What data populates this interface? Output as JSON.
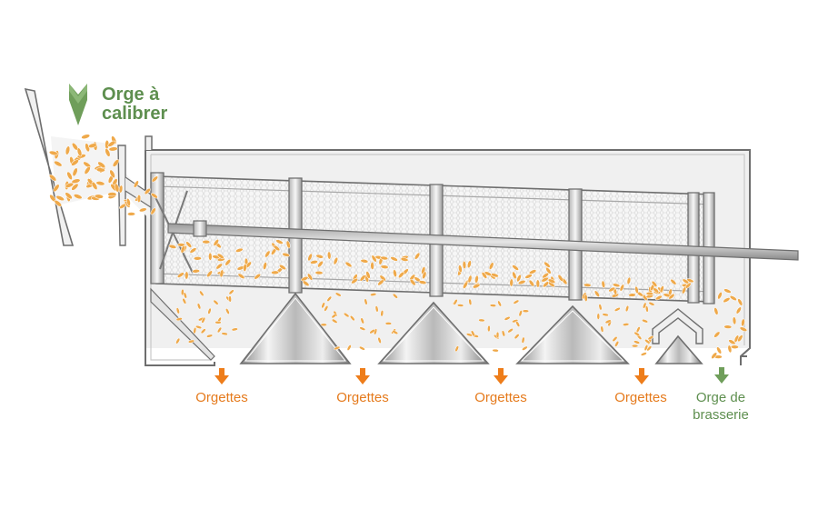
{
  "input_label": {
    "line1": "Orge à",
    "line2": "calibrer"
  },
  "outputs": [
    {
      "label": "Orgettes"
    },
    {
      "label": "Orgettes"
    },
    {
      "label": "Orgettes"
    },
    {
      "label": "Orgettes"
    }
  ],
  "final_output": {
    "line1": "Orge de",
    "line2": "brasserie"
  },
  "colors": {
    "input_arrow": "#6f9e5a",
    "input_text": "#5e8f4f",
    "output_arrow": "#ee7d1a",
    "output_text": "#e57a1c",
    "final_text": "#5e8f4f",
    "grain": "#efa94a",
    "frame": "#6e6e6e",
    "frame_fill": "#f2f2f2"
  },
  "icons": {
    "input_arrow": "chevron-down-arrow",
    "output_arrow": "arrow-down",
    "grain": "ellipse"
  }
}
